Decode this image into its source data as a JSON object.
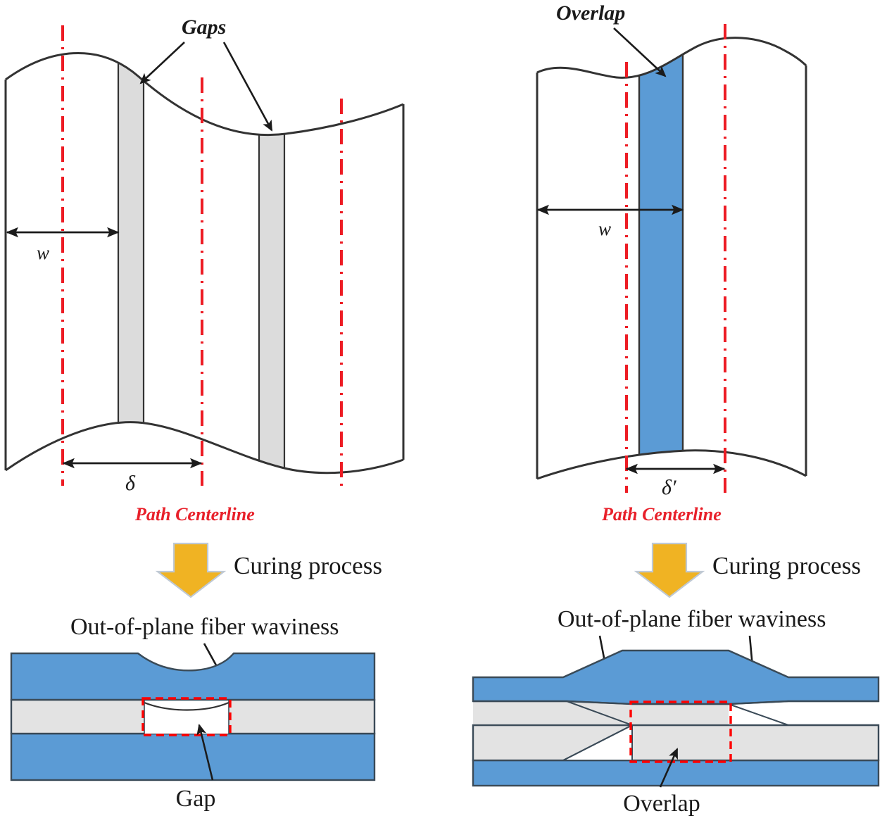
{
  "figure": {
    "title_absent": true,
    "background_color": "#ffffff",
    "outline_color": "#333333",
    "gap_fill_color": "#DCDCDC",
    "overlap_fill_color": "#5B9BD5",
    "centerline_color": "#ED1C24",
    "arrow_block_color": "#F0B323",
    "arrow_block_edge_color": "#BFBFBF",
    "red_dashed_box_color": "#FF0000",
    "ply_blue_color": "#5B9BD5",
    "ply_gray_color": "#E3E3E3",
    "layer_line_color": "#3A4A57"
  },
  "left_panel": {
    "name": "gaps-case",
    "callout_label": "Gaps",
    "width_symbol": "w",
    "offset_symbol": "δ",
    "centerline_label": "Path Centerline",
    "centerlines_count": 3,
    "defect_bands_count": 2
  },
  "right_panel": {
    "name": "overlap-case",
    "callout_label": "Overlap",
    "width_symbol": "w",
    "offset_symbol": "δ′",
    "centerline_label": "Path Centerline",
    "centerlines_count": 2,
    "defect_bands_count": 1
  },
  "process_arrows": {
    "left_label": "Curing process",
    "right_label": "Curing process"
  },
  "left_section": {
    "waviness_label": "Out-of-plane fiber waviness",
    "defect_label": "Gap",
    "waviness_arrow_count": 1
  },
  "right_section": {
    "waviness_label": "Out-of-plane fiber waviness",
    "defect_label": "Overlap",
    "waviness_arrow_count": 2
  },
  "chart_data": {
    "type": "diagram",
    "description": "Schematic of gap and overlap defects in automated fiber placement and resulting out-of-plane fiber waviness after curing",
    "panels": [
      {
        "id": "gaps-top",
        "label": "Gaps",
        "dimension_symbols": [
          "w",
          "δ"
        ],
        "centerline_label": "Path Centerline"
      },
      {
        "id": "overlap-top",
        "label": "Overlap",
        "dimension_symbols": [
          "w",
          "δ′"
        ],
        "centerline_label": "Path Centerline"
      },
      {
        "id": "gap-cross-section",
        "label": "Gap",
        "annotation": "Out-of-plane fiber waviness"
      },
      {
        "id": "overlap-cross-section",
        "label": "Overlap",
        "annotation": "Out-of-plane fiber waviness"
      }
    ]
  }
}
